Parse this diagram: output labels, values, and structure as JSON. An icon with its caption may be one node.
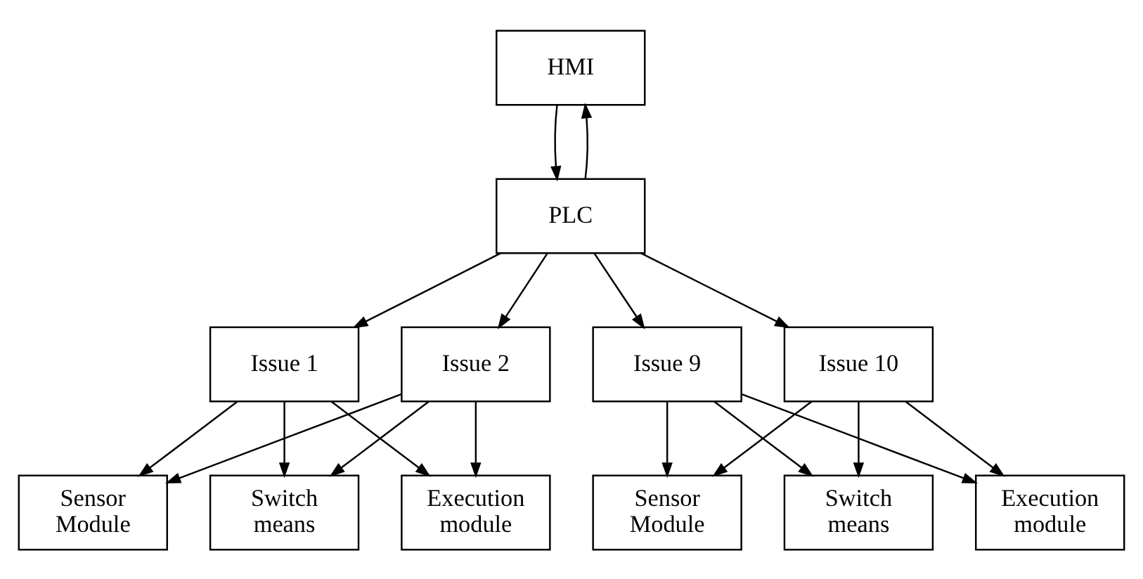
{
  "diagram": {
    "nodes": [
      {
        "text": [
          "HMI"
        ]
      },
      {
        "text": [
          "PLC"
        ]
      },
      {
        "text": [
          "Issue 1"
        ]
      },
      {
        "text": [
          "Issue 2"
        ]
      },
      {
        "text": [
          "Issue 9"
        ]
      },
      {
        "text": [
          "Issue 10"
        ]
      },
      {
        "text": [
          "Sensor Module"
        ]
      },
      {
        "text": [
          "Switch means"
        ]
      },
      {
        "text": [
          "Execution module"
        ]
      },
      {
        "text": [
          "Sensor Module"
        ]
      },
      {
        "text": [
          "Switch means"
        ]
      },
      {
        "text": [
          "Execution module"
        ]
      }
    ],
    "edges": [
      {
        "from": 0,
        "to": 1,
        "arrow": "to"
      },
      {
        "from": 1,
        "to": 0,
        "arrow": "to"
      },
      {
        "from": 1,
        "to": 2,
        "arrow": "to"
      },
      {
        "from": 1,
        "to": 3,
        "arrow": "to"
      },
      {
        "from": 1,
        "to": 4,
        "arrow": "to"
      },
      {
        "from": 1,
        "to": 5,
        "arrow": "to"
      },
      {
        "from": 2,
        "to": 6,
        "arrow": "to"
      },
      {
        "from": 2,
        "to": 7,
        "arrow": "to"
      },
      {
        "from": 2,
        "to": 8,
        "arrow": "to"
      },
      {
        "from": 3,
        "to": 6,
        "arrow": "to"
      },
      {
        "from": 3,
        "to": 7,
        "arrow": "to"
      },
      {
        "from": 3,
        "to": 8,
        "arrow": "to"
      },
      {
        "from": 4,
        "to": 9,
        "arrow": "to"
      },
      {
        "from": 4,
        "to": 10,
        "arrow": "to"
      },
      {
        "from": 4,
        "to": 11,
        "arrow": "to"
      },
      {
        "from": 5,
        "to": 9,
        "arrow": "to"
      },
      {
        "from": 5,
        "to": 10,
        "arrow": "to"
      },
      {
        "from": 5,
        "to": 11,
        "arrow": "to"
      }
    ]
  }
}
